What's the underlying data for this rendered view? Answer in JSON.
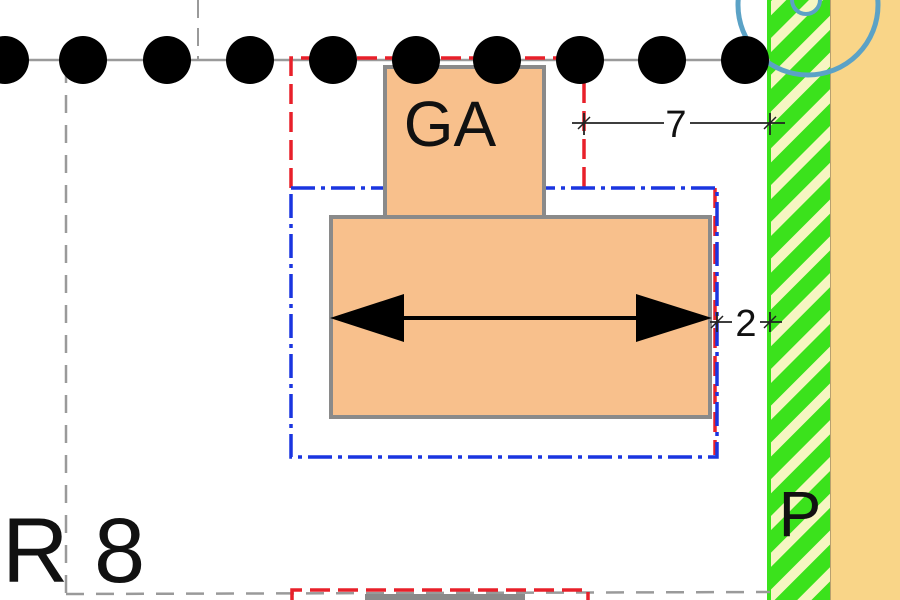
{
  "labels": {
    "garage": "GA",
    "zone": "R 8",
    "parking": "P",
    "distance_top": "7",
    "distance_right": "2"
  },
  "colors": {
    "building_fill": "#f8c08c",
    "building_stroke": "#8a8a8a",
    "red_boundary": "#e8202a",
    "blue_boundary": "#1a35e0",
    "green_strip": "#3be21c",
    "street_fill": "#f9d588",
    "circle_stroke": "#5ba2c6",
    "grey_dash": "#9a9a9a",
    "dots": "#000000"
  },
  "icons": {
    "dot_row": "boundary-dot-icon",
    "double_arrow": "double-arrow-icon"
  }
}
